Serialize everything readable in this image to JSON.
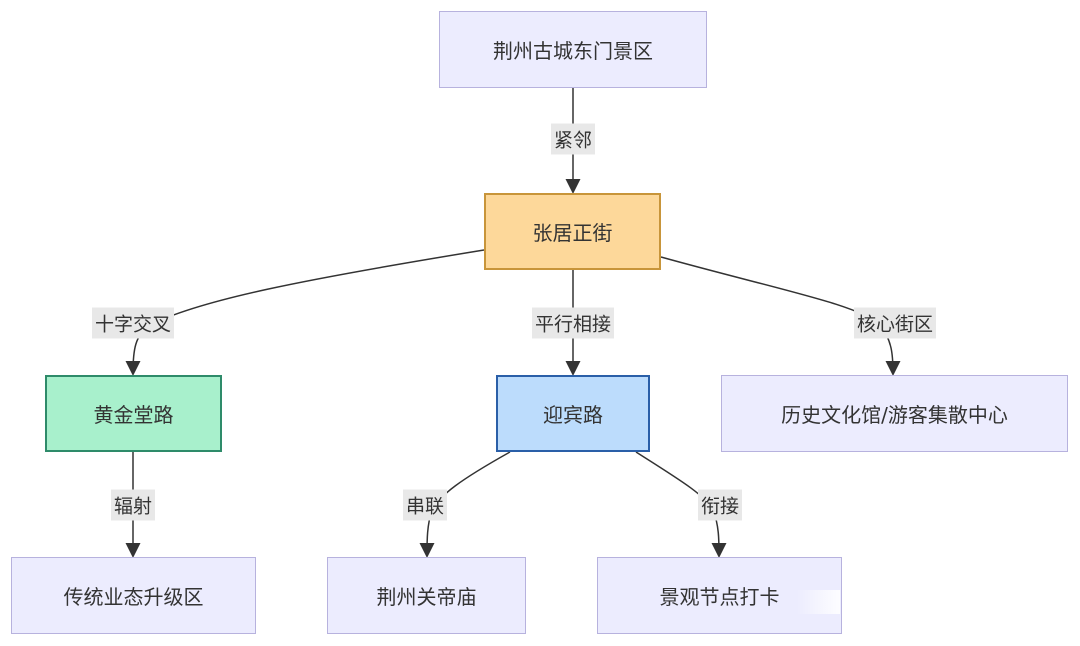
{
  "nodes": {
    "dongmen": "荆州古城东门景区",
    "zhangjuzheng": "张居正街",
    "huangjintang": "黄金堂路",
    "yingbin": "迎宾路",
    "museum": "历史文化馆/游客集散中心",
    "traditional": "传统业态升级区",
    "guandi": "荆州关帝庙",
    "checkin": "景观节点打卡"
  },
  "edges": {
    "adjacent": "紧邻",
    "cross": "十字交叉",
    "parallel": "平行相接",
    "core": "核心街区",
    "radiate": "辐射",
    "series": "串联",
    "connect": "衔接"
  },
  "colors": {
    "default_fill": "#ececfe",
    "center_fill": "#fdd89a",
    "green_fill": "#a8f0cc",
    "blue_fill": "#bcdcfc"
  }
}
